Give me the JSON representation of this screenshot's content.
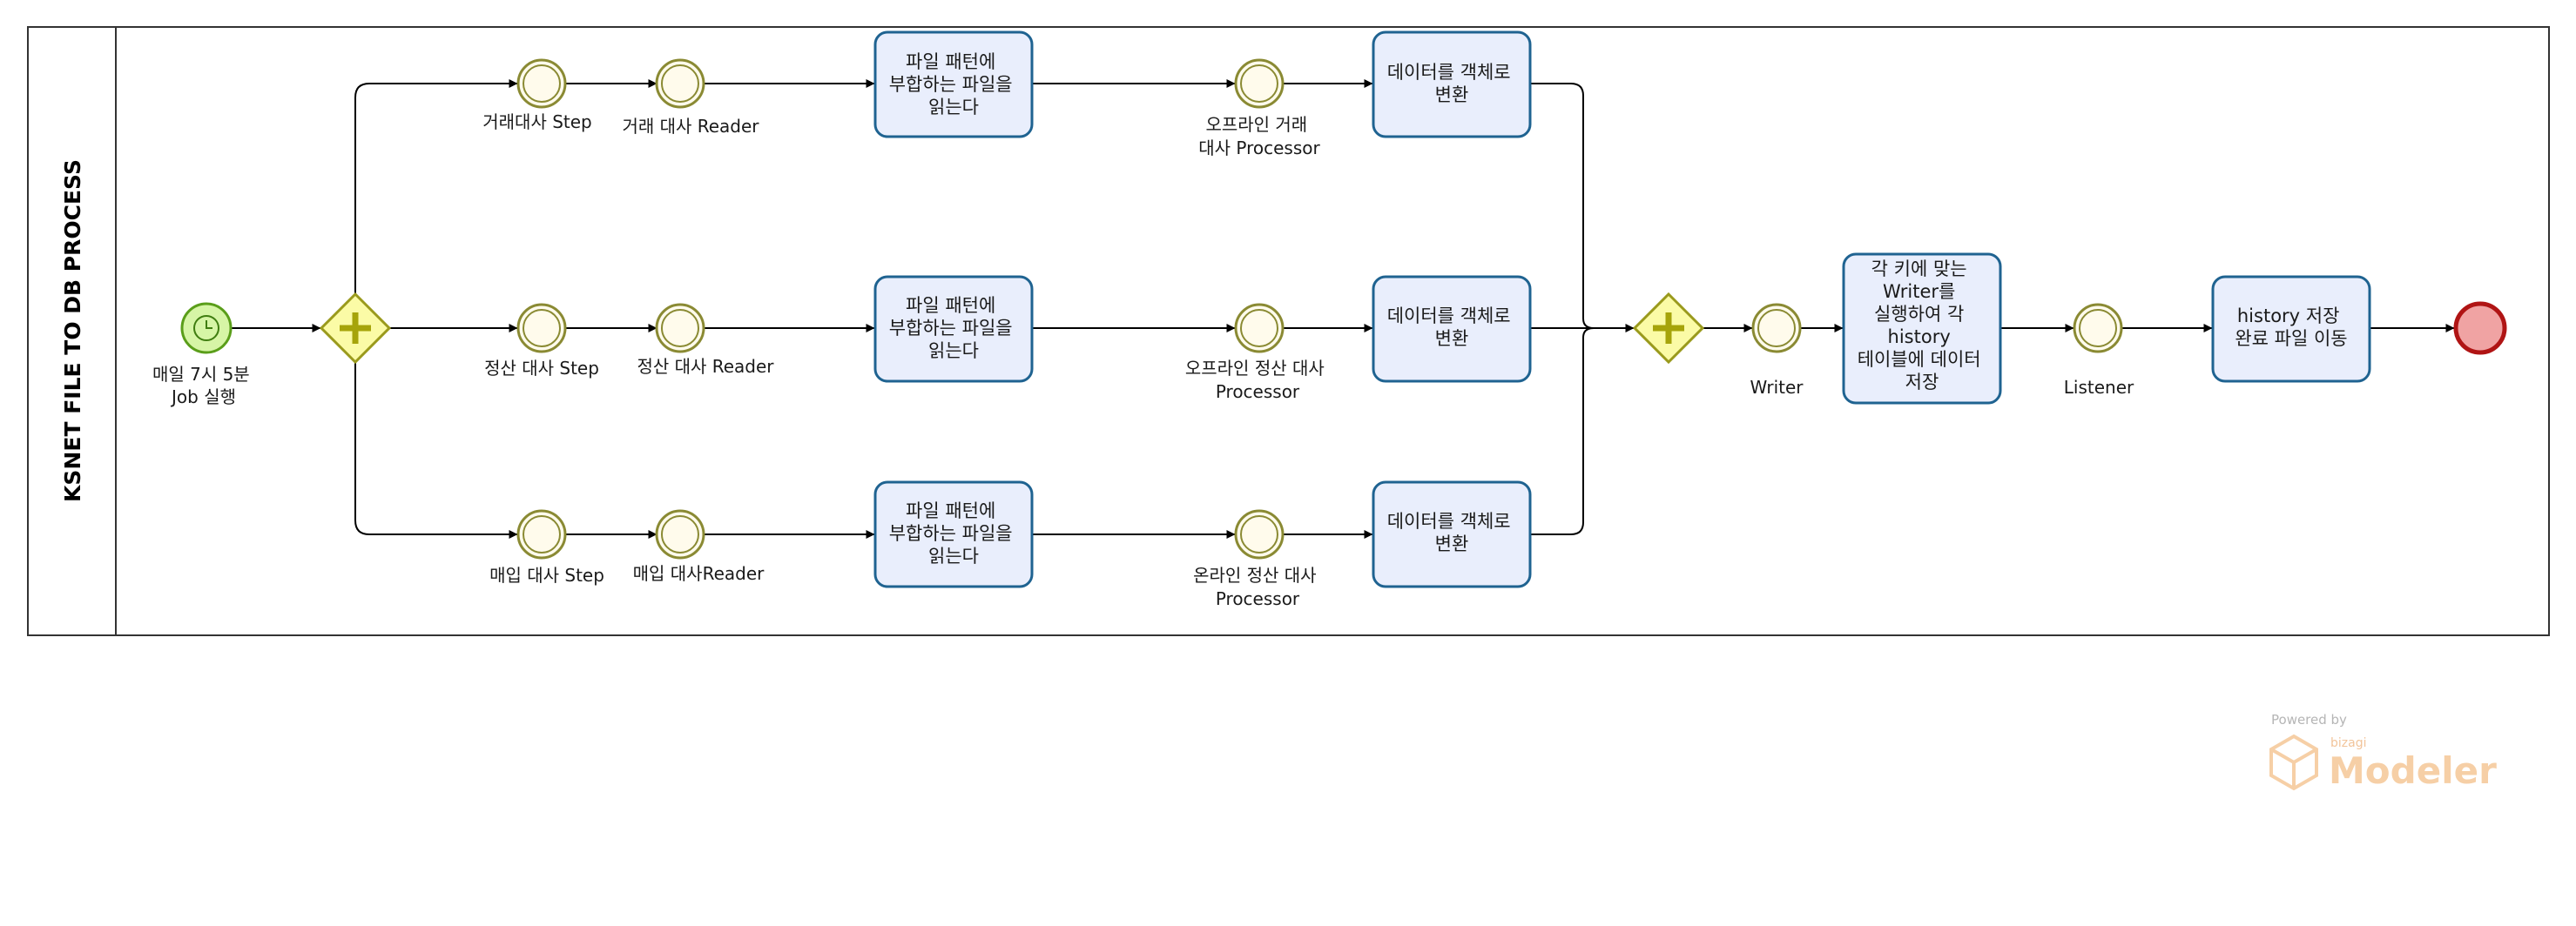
{
  "pool": {
    "title": "KSNET FILE TO DB PROCESS"
  },
  "start": {
    "lines": [
      "매일 7시  5분",
      "Job 실행"
    ]
  },
  "rows": [
    {
      "step": [
        "거래대사 Step"
      ],
      "reader": [
        "거래 대사 Reader"
      ],
      "read_task": [
        "파일 패턴에",
        "부합하는 파일을",
        "읽는다"
      ],
      "processor": [
        "오프라인 거래",
        "대사 Processor"
      ],
      "convert_task": [
        "데이터를 객체로",
        "변환"
      ]
    },
    {
      "step": [
        "정산 대사 Step"
      ],
      "reader": [
        "정산 대사 Reader"
      ],
      "read_task": [
        "파일 패턴에",
        "부합하는 파일을",
        "읽는다"
      ],
      "processor": [
        "오프라인 정산 대사",
        "Processor"
      ],
      "convert_task": [
        "데이터를 객체로",
        "변환"
      ]
    },
    {
      "step": [
        "매입 대사 Step"
      ],
      "reader": [
        "매입 대사Reader"
      ],
      "read_task": [
        "파일 패턴에",
        "부합하는 파일을",
        "읽는다"
      ],
      "processor": [
        "온라인 정산 대사",
        "Processor"
      ],
      "convert_task": [
        "데이터를 객체로",
        "변환"
      ]
    }
  ],
  "writer": {
    "lines": [
      "Writer"
    ]
  },
  "writer_task": {
    "lines": [
      "각 키에 맞는",
      "Writer를",
      "실행하여 각",
      "history",
      "테이블에 데이터",
      "저장"
    ]
  },
  "listener": {
    "lines": [
      "Listener"
    ]
  },
  "final_task": {
    "lines": [
      "history 저장",
      "완료 파일 이동"
    ]
  },
  "watermark": {
    "powered": "Powered by",
    "brand": "bizagi",
    "product": "Modeler"
  },
  "colors": {
    "task_fill": "#e9eefc",
    "task_stroke": "#1f6391",
    "event_fill": "#fffbec",
    "event_stroke": "#8a8a33",
    "gateway_fill": "#fbfba6",
    "gateway_stroke": "#9a9a1c",
    "start_fill": "#d6f5a6",
    "start_stroke": "#5a9e1a",
    "end_fill": "#f0a3a3",
    "end_stroke": "#b01414"
  },
  "icons": {
    "start": "timer-icon",
    "gateway": "parallel-plus-icon",
    "event": "intermediate-event-icon",
    "end": "end-event-icon"
  }
}
